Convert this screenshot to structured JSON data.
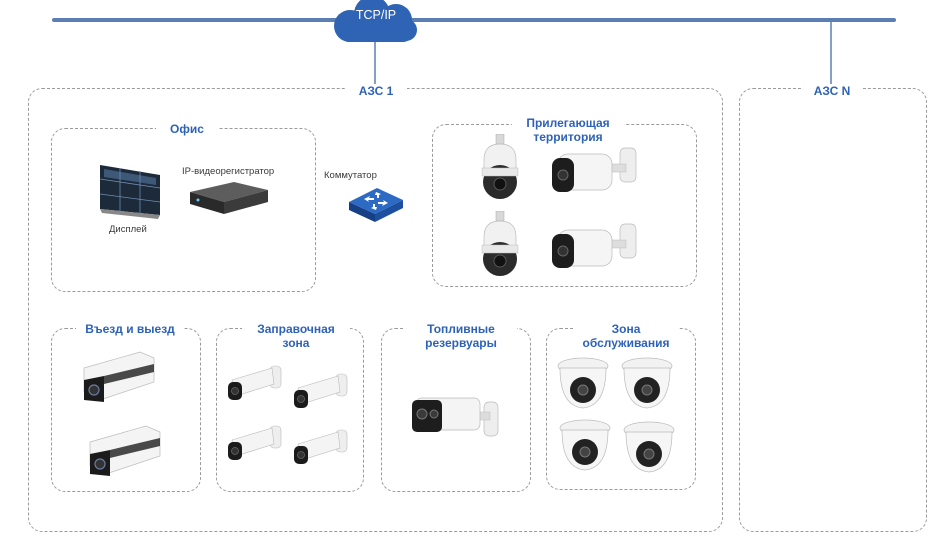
{
  "network": {
    "label": "TCP/IP"
  },
  "stations": [
    {
      "title": "АЗС 1"
    },
    {
      "title": "АЗС N"
    }
  ],
  "zones": {
    "office": {
      "title": "Офис",
      "display_label": "Дисплей",
      "nvr_label": "IP-видеорегистратор"
    },
    "switch": {
      "label": "Коммутатор"
    },
    "perimeter": {
      "title": "Прилегающая\nтерритория"
    },
    "entry_exit": {
      "title": "Въезд и выезд"
    },
    "fueling": {
      "title": "Заправочная\nзона"
    },
    "tanks": {
      "title": "Топливные\nрезервуары"
    },
    "service": {
      "title": "Зона\nобслуживания"
    }
  },
  "colors": {
    "title": "#2e62b8",
    "line": "#5b7fb3",
    "cloud": "#2f63b3",
    "switch": "#1f56b0"
  }
}
